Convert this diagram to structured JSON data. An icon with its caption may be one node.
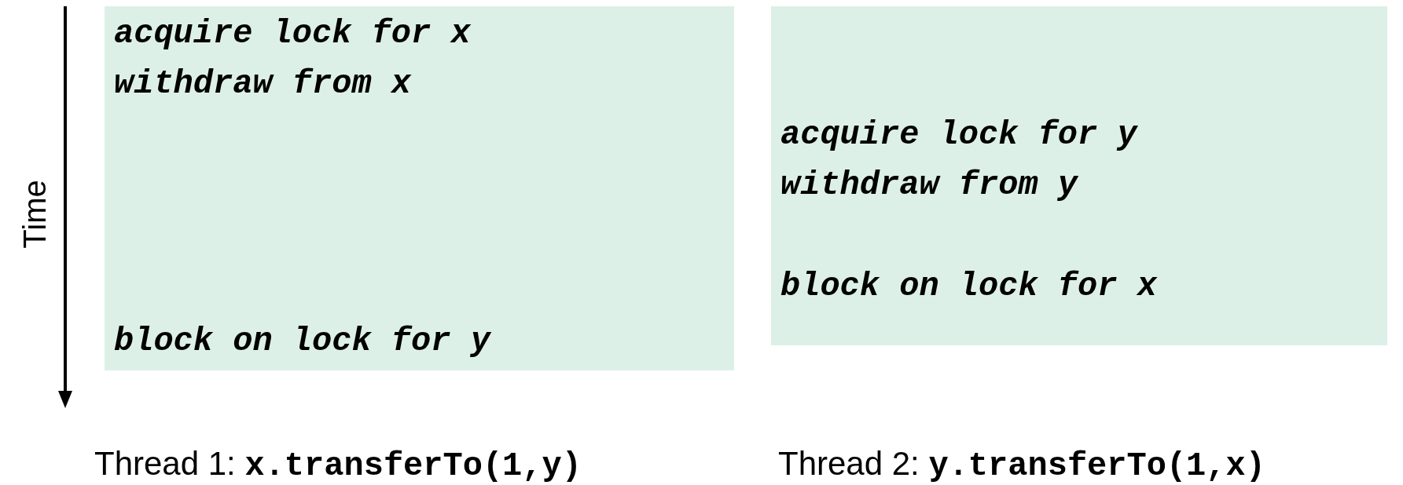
{
  "diagram": {
    "nodes": [
      {
        "text": [
          "acquire lock for x",
          "withdraw from x",
          "block on lock for y"
        ],
        "beside": [
          "Thread 1: **x.transferTo(1,y)**"
        ]
      },
      {
        "text": [
          "acquire lock for y",
          "withdraw from y",
          "block on lock for x"
        ],
        "beside": [
          "Thread 2: **y.transferTo(1,x)**"
        ]
      }
    ],
    "edges": [],
    "labels": [
      "Time"
    ]
  }
}
